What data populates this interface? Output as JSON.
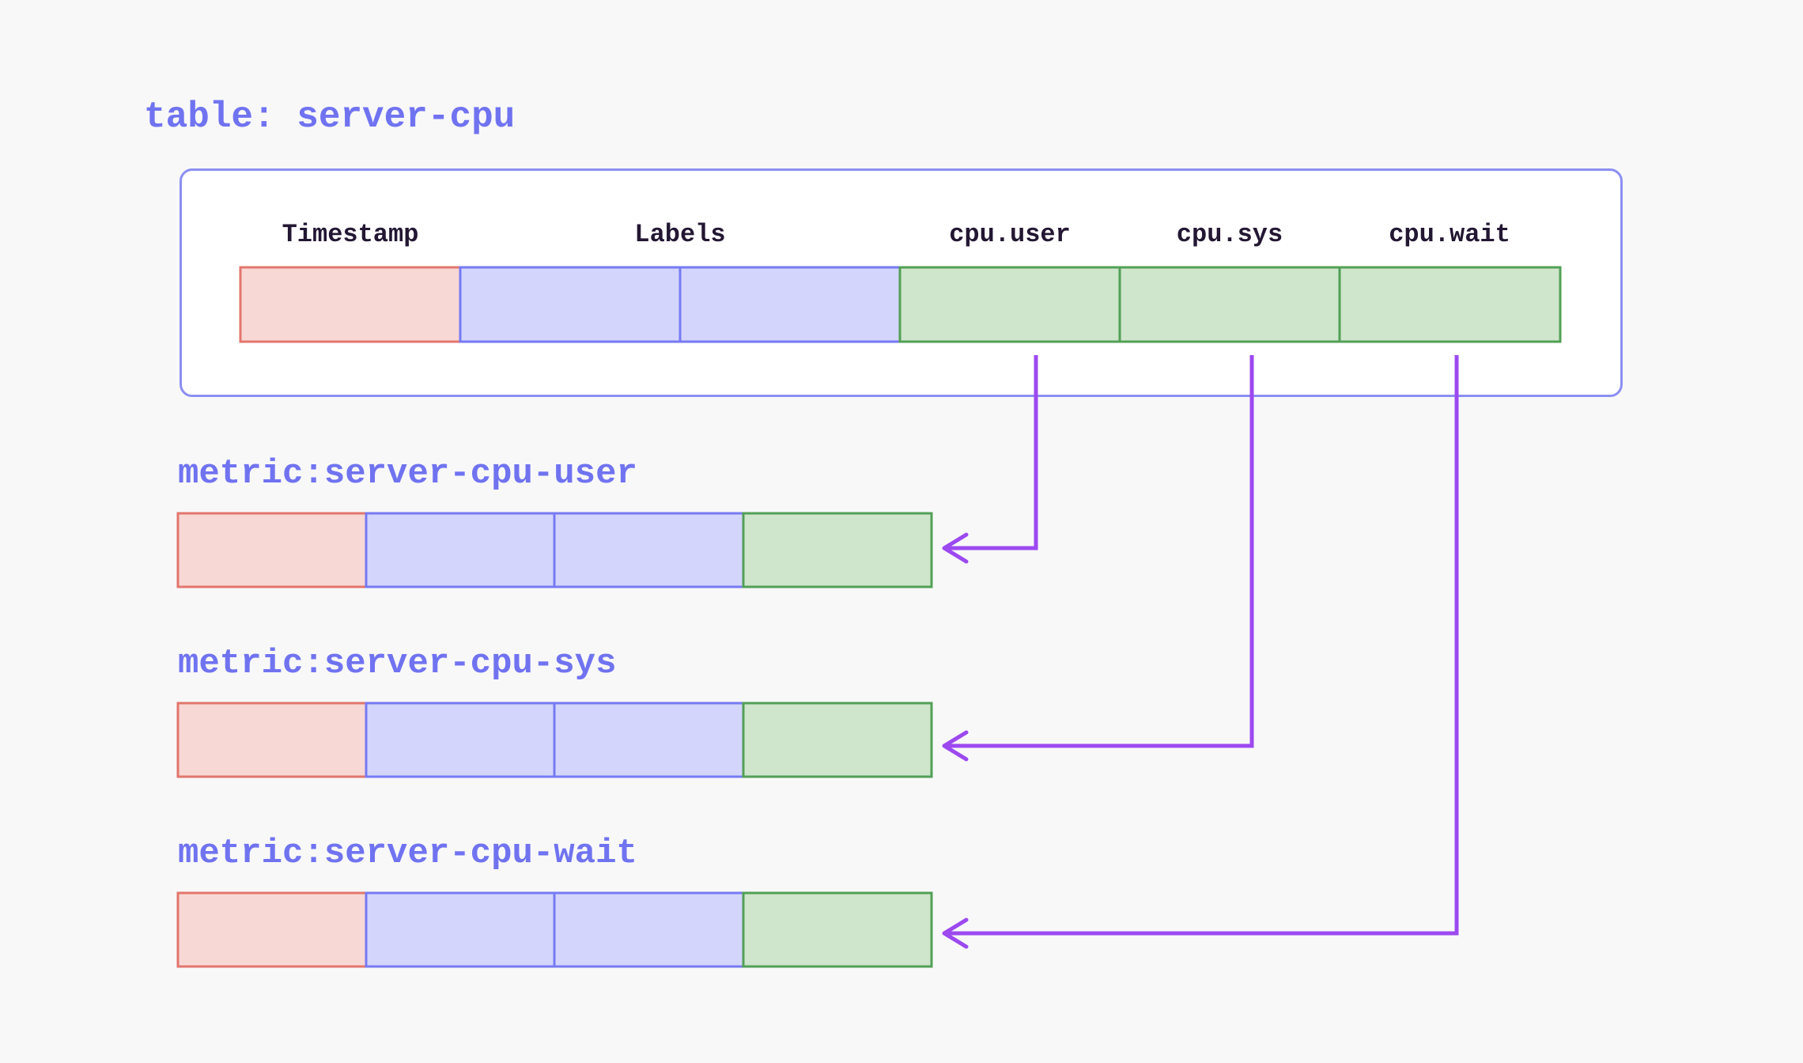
{
  "title": "table: server-cpu",
  "table": {
    "columns": [
      "Timestamp",
      "Labels",
      "cpu.user",
      "cpu.sys",
      "cpu.wait"
    ],
    "cell_types": [
      "timestamp",
      "labels",
      "labels",
      "metric-field",
      "metric-field",
      "metric-field"
    ]
  },
  "metrics": [
    {
      "label": "metric:server-cpu-user",
      "source_column": "cpu.user",
      "cell_types": [
        "timestamp",
        "labels",
        "labels",
        "metric-field"
      ]
    },
    {
      "label": "metric:server-cpu-sys",
      "source_column": "cpu.sys",
      "cell_types": [
        "timestamp",
        "labels",
        "labels",
        "metric-field"
      ]
    },
    {
      "label": "metric:server-cpu-wait",
      "source_column": "cpu.wait",
      "cell_types": [
        "timestamp",
        "labels",
        "labels",
        "metric-field"
      ]
    }
  ],
  "colors": {
    "background": "#f8f8f9",
    "box_fill": "#ffffff",
    "box_border": "#8c8ff3",
    "accent_text": "#7073f0",
    "header_text": "#231733",
    "timestamp_cell_fill": "#f8d8d5",
    "timestamp_cell_border": "#e2766d",
    "labels_cell_fill": "#d4d5fc",
    "labels_cell_border": "#767af2",
    "metric_field_cell_fill": "#cfe5cc",
    "metric_field_cell_border": "#52a056",
    "arrow": "#9c49f0"
  }
}
